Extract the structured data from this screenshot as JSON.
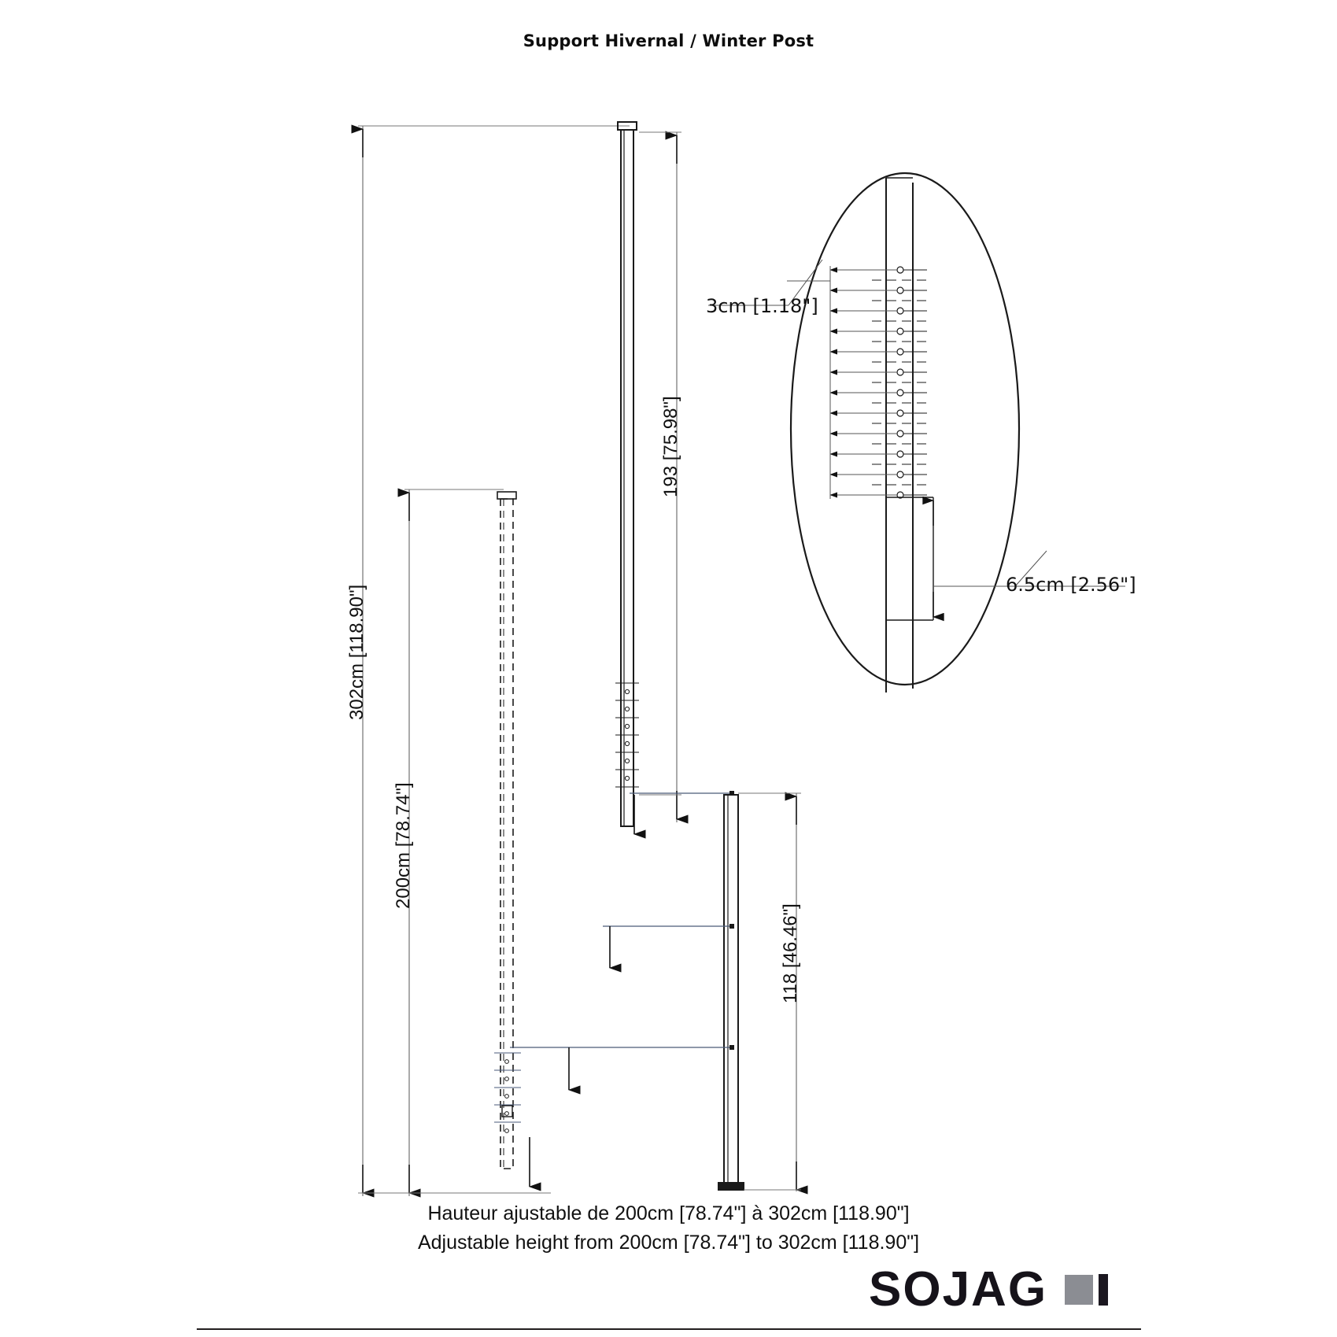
{
  "document": {
    "title": "Support Hivernal / Winter Post",
    "type": "technical-drawing"
  },
  "dimensions": {
    "overall_max": "302cm [118.90\"]",
    "overall_min": "200cm [78.74\"]",
    "upper_post_length": "193 [75.98\"]",
    "lower_post_length": "118 [46.46\"]",
    "hole_spacing": "3cm [1.18\"]",
    "post_width": "6.5cm [2.56\"]"
  },
  "caption": {
    "line_fr": "Hauteur ajustable de 200cm [78.74\"] à 302cm [118.90\"]",
    "line_en": "Adjustable height from 200cm [78.74\"] to 302cm [118.90\"]"
  },
  "logo": {
    "wordmark": "SOJAG",
    "square_color": "#8b8d93",
    "bar_color": "#1b1720"
  },
  "drawing": {
    "line_color": "#1a1a1a",
    "hidden_line_color": "#4a5a78",
    "detail_holes_count": 12,
    "detail_leaders_count": 12
  }
}
